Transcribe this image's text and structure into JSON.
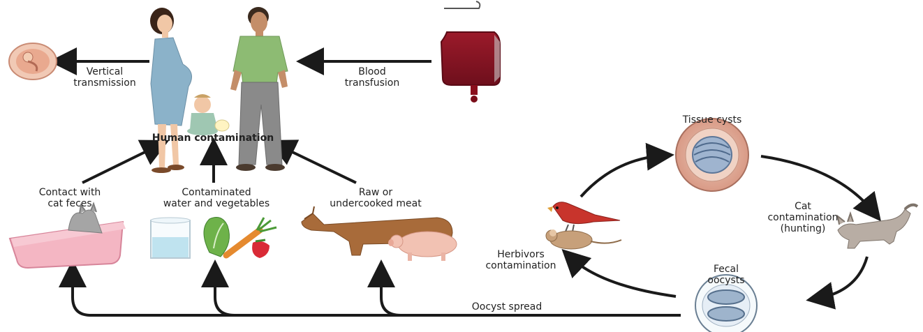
{
  "labels": {
    "vertical_transmission": [
      "Vertical",
      "transmission"
    ],
    "blood_transfusion": [
      "Blood",
      "transfusion"
    ],
    "human_contamination": "Human contamination",
    "contact_cat_feces": [
      "Contact with",
      "cat feces"
    ],
    "contaminated_water": [
      "Contaminated",
      "water and vegetables"
    ],
    "raw_meat": [
      "Raw or",
      "undercooked meat"
    ],
    "tissue_cysts": "Tissue cysts",
    "cat_contamination": [
      "Cat",
      "contamination",
      "(hunting)"
    ],
    "herbivores_contamination": [
      "Herbivors",
      "contamination"
    ],
    "fecal_oocysts": [
      "Fecal",
      "oocysts"
    ],
    "oocyst_spread": "Oocyst spread"
  }
}
